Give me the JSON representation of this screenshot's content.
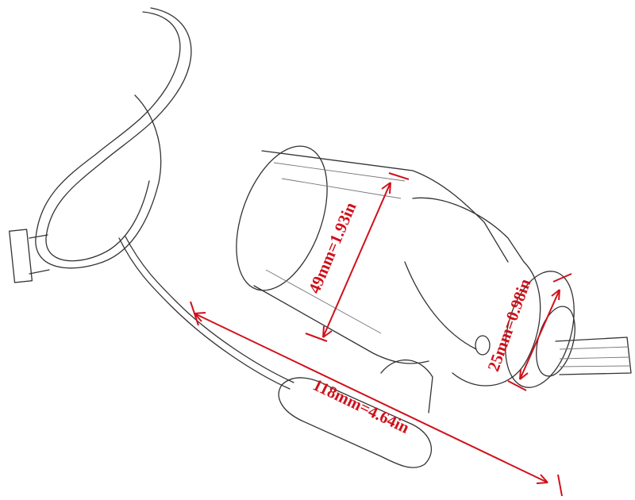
{
  "dimensions": {
    "length": "118mm=4.64in",
    "body_diameter": "49mm=1.93in",
    "flange_diameter": "25mm=0.98in"
  },
  "colors": {
    "dimension": "#d0101a",
    "drawing": "#333333"
  }
}
